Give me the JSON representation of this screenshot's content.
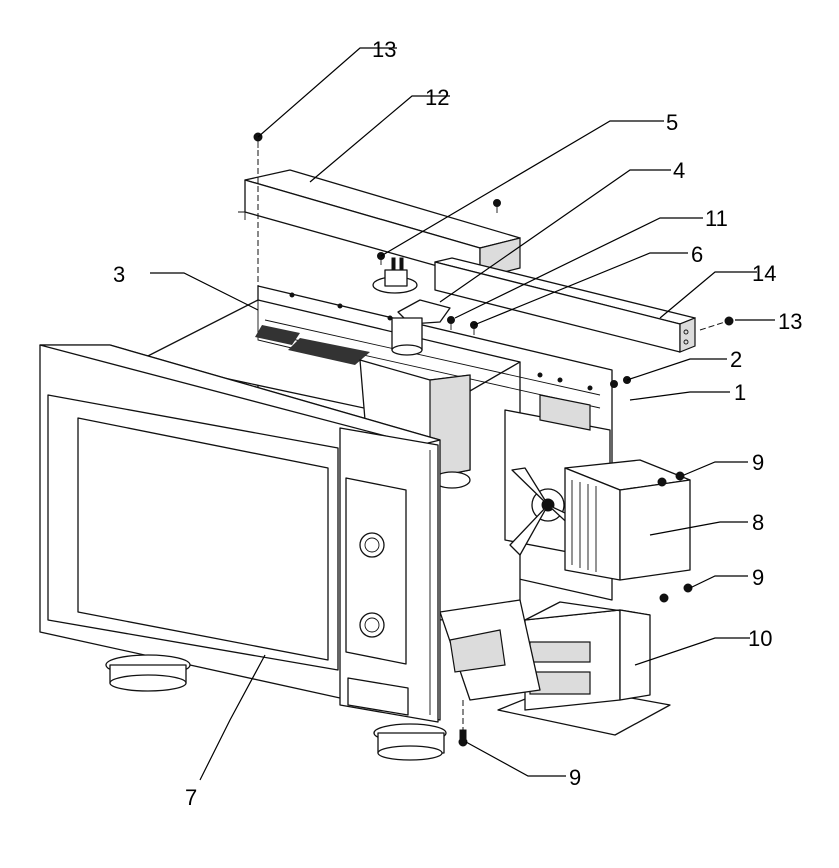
{
  "callouts": [
    {
      "id": "c13a",
      "label": "13"
    },
    {
      "id": "c12",
      "label": "12"
    },
    {
      "id": "c5",
      "label": "5"
    },
    {
      "id": "c4",
      "label": "4"
    },
    {
      "id": "c11",
      "label": "11"
    },
    {
      "id": "c3",
      "label": "3"
    },
    {
      "id": "c6",
      "label": "6"
    },
    {
      "id": "c14",
      "label": "14"
    },
    {
      "id": "c13b",
      "label": "13"
    },
    {
      "id": "c2",
      "label": "2"
    },
    {
      "id": "c1",
      "label": "1"
    },
    {
      "id": "c9a",
      "label": "9"
    },
    {
      "id": "c8",
      "label": "8"
    },
    {
      "id": "c9b",
      "label": "9"
    },
    {
      "id": "c10",
      "label": "10"
    },
    {
      "id": "c7",
      "label": "7"
    },
    {
      "id": "c9c",
      "label": "9"
    }
  ],
  "colors": {
    "ink": "#111111",
    "background": "#ffffff"
  }
}
